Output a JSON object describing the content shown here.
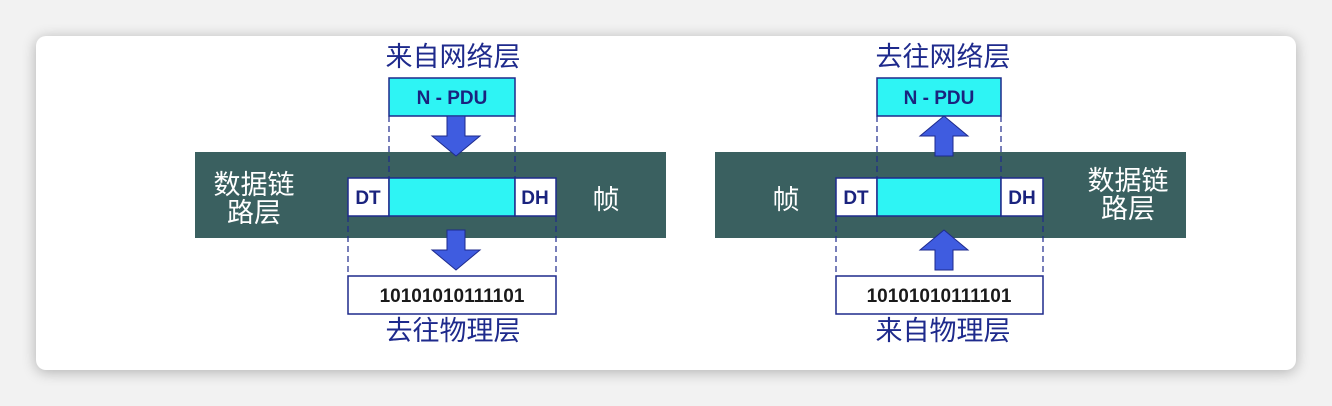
{
  "colors": {
    "layer_bar": "#3a6060",
    "pdu_fill": "#2ef4f4",
    "box_border": "#1e2a8c",
    "arrow_fill": "#3f5ce0",
    "text_blue": "#1e2a8c"
  },
  "left_diagram": {
    "top_label": "来自网络层",
    "pdu": "N - PDU",
    "layer_name_line1": "数据链",
    "layer_name_line2": "路层",
    "trailer": "DT",
    "header": "DH",
    "frame_label": "帧",
    "bits": "10101010111101",
    "bottom_label": "去往物理层"
  },
  "right_diagram": {
    "top_label": "去往网络层",
    "pdu": "N - PDU",
    "layer_name_line1": "数据链",
    "layer_name_line2": "路层",
    "trailer": "DT",
    "header": "DH",
    "frame_label": "帧",
    "bits": "10101010111101",
    "bottom_label": "来自物理层"
  }
}
